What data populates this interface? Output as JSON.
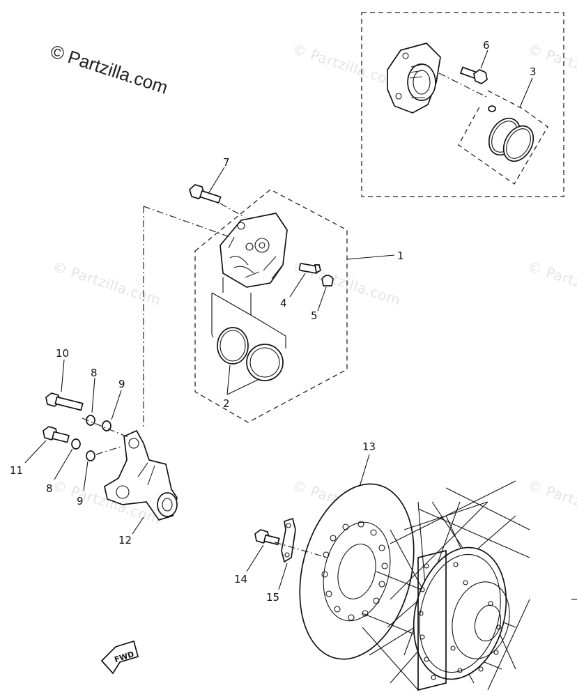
{
  "watermark": {
    "main": "© Partzilla.com",
    "faint": [
      "© Partzilla.com",
      "© Partzilla.com",
      "© Partzilla.com",
      "© Partzilla.com",
      "© Partzilla.com",
      "© Partzilla.com",
      "© Partzilla.com",
      "© Partzilla.com",
      "© Partzilla.com"
    ]
  },
  "callouts": {
    "c1": "1",
    "c2": "2",
    "c3": "3",
    "c4": "4",
    "c5": "5",
    "c6": "6",
    "c7": "7",
    "c8a": "8",
    "c8b": "8",
    "c9a": "9",
    "c9b": "9",
    "c10": "10",
    "c11": "11",
    "c12": "12",
    "c13": "13",
    "c14": "14",
    "c15": "15"
  },
  "fwd_label": "FWD"
}
